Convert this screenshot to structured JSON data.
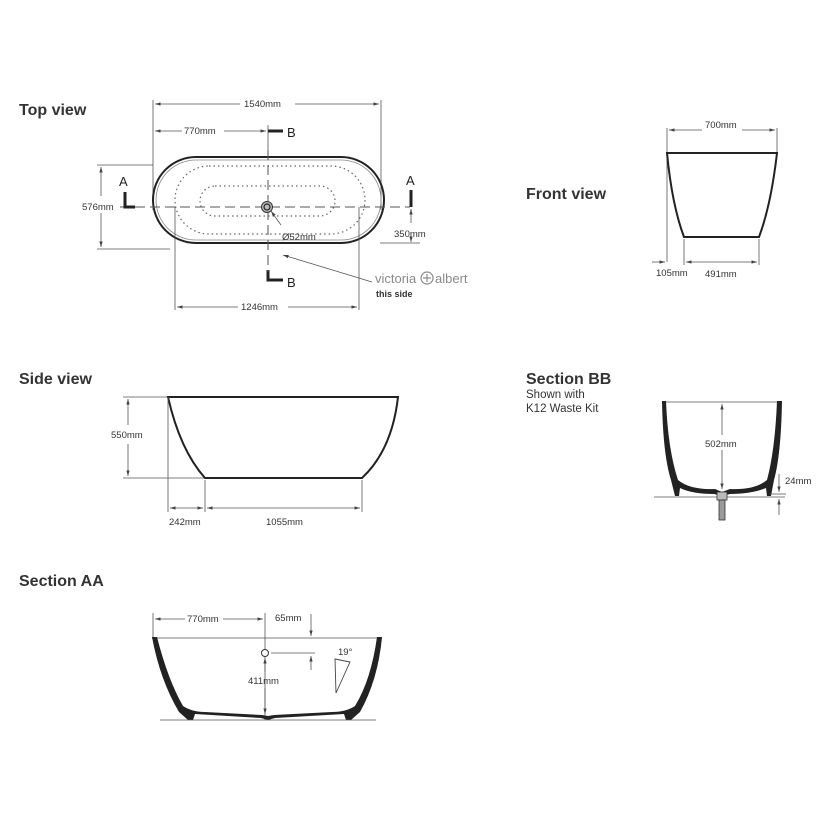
{
  "views": {
    "top": {
      "title": "Top view",
      "overall_length": "1540mm",
      "half_length": "770mm",
      "width": "576mm",
      "waste_offset": "350mm",
      "waste_diameter": "Ø52mm",
      "inner_length": "1246mm",
      "section_a_label": "A",
      "section_a_label_right": "A",
      "section_b_label_top": "B",
      "section_b_label_bottom": "B",
      "brand_left": "victoria",
      "brand_right": "albert",
      "brand_note": "this side"
    },
    "front": {
      "title": "Front view",
      "top_width": "700mm",
      "base_offset": "105mm",
      "base_width": "491mm"
    },
    "side": {
      "title": "Side view",
      "height": "550mm",
      "base_offset": "242mm",
      "base_length": "1055mm"
    },
    "section_bb": {
      "title": "Section BB",
      "subtitle_line1": "Shown with",
      "subtitle_line2": "K12 Waste Kit",
      "depth": "502mm",
      "clearance": "24mm"
    },
    "section_aa": {
      "title": "Section AA",
      "half_length": "770mm",
      "overflow_drop": "65mm",
      "overflow_height": "411mm",
      "angle": "19°"
    }
  }
}
